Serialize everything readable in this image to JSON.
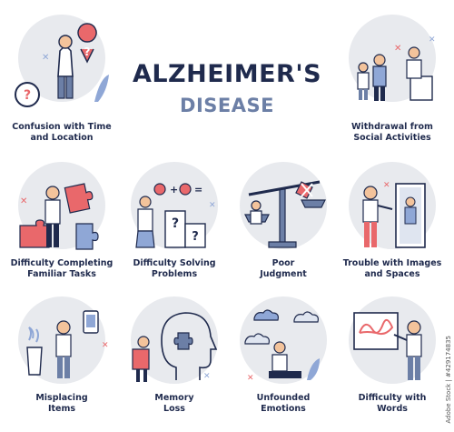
{
  "title": "ALZHEIMER'S",
  "subtitle": "DISEASE",
  "stock_id": "Adobe Stock | #429174835",
  "colors": {
    "navy": "#1f2a4d",
    "slate": "#6c7fa6",
    "circle": "#e8eaee",
    "accent_red": "#e9686b",
    "accent_blue": "#8fa7d6"
  },
  "symptoms": [
    {
      "line1": "Confusion with Time",
      "line2": "and Location",
      "icon": "time-location-confusion-icon"
    },
    {
      "line1": "Withdrawal from",
      "line2": "Social Activities",
      "icon": "social-withdrawal-icon"
    },
    {
      "line1": "Difficulty Completing",
      "line2": "Familiar Tasks",
      "icon": "puzzle-task-icon"
    },
    {
      "line1": "Difficulty Solving",
      "line2": "Problems",
      "icon": "math-problem-icon"
    },
    {
      "line1": "Poor",
      "line2": "Judgment",
      "icon": "balance-scale-icon"
    },
    {
      "line1": "Trouble with Images",
      "line2": "and Spaces",
      "icon": "mirror-image-icon"
    },
    {
      "line1": "Misplacing",
      "line2": "Items",
      "icon": "lost-phone-icon"
    },
    {
      "line1": "Memory",
      "line2": "Loss",
      "icon": "memory-puzzle-head-icon"
    },
    {
      "line1": "Unfounded",
      "line2": "Emotions",
      "icon": "mood-clouds-icon"
    },
    {
      "line1": "Difficulty with",
      "line2": "Words",
      "icon": "scribble-board-icon"
    }
  ]
}
